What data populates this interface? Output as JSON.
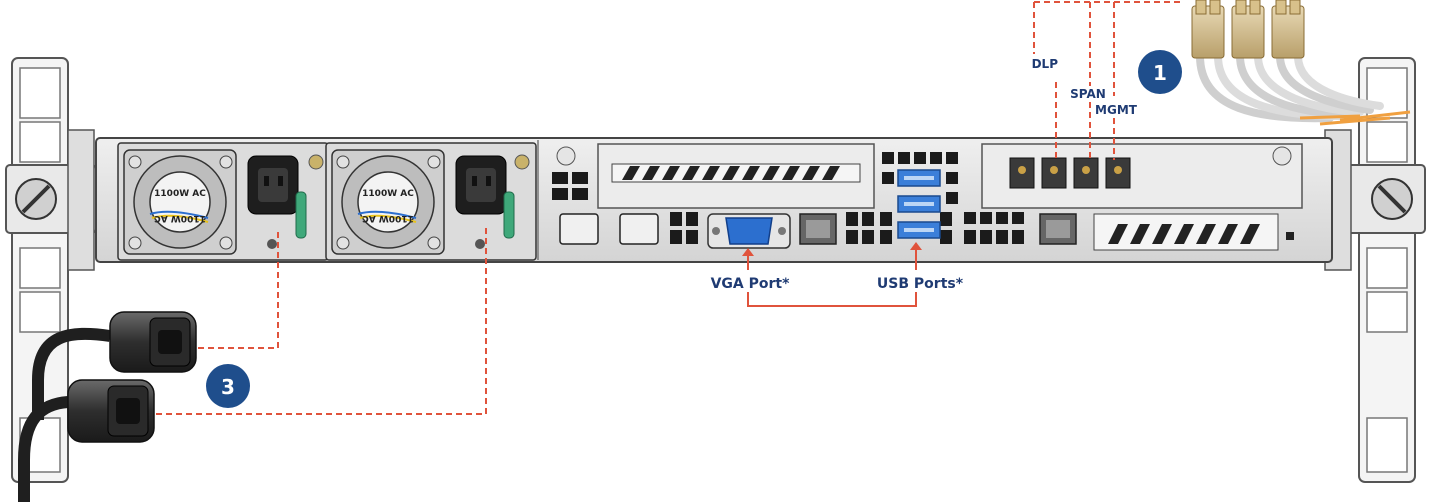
{
  "labels": {
    "dlp": "DLP",
    "span": "SPAN",
    "mgmt": "MGMT",
    "vga": "VGA Port*",
    "usb": "USB Ports*"
  },
  "psu": {
    "rating_top": "1100W AC",
    "rating_fan": "1100W AC"
  },
  "callouts": {
    "fiber": "1",
    "power": "3"
  },
  "colors": {
    "callout_lines": "#e0533c",
    "label_text": "#1f3b73",
    "badge_fill": "#1f4e8c",
    "vga_port": "#2c6fcf",
    "usb_port": "#3b7fd9",
    "psu_handle": "#3fa87a",
    "chassis": "#e2e2e2"
  },
  "icons": [
    "screw-icon",
    "fan-icon",
    "power-socket-icon",
    "fiber-connector-icon",
    "power-plug-icon",
    "rack-ear-icon"
  ]
}
